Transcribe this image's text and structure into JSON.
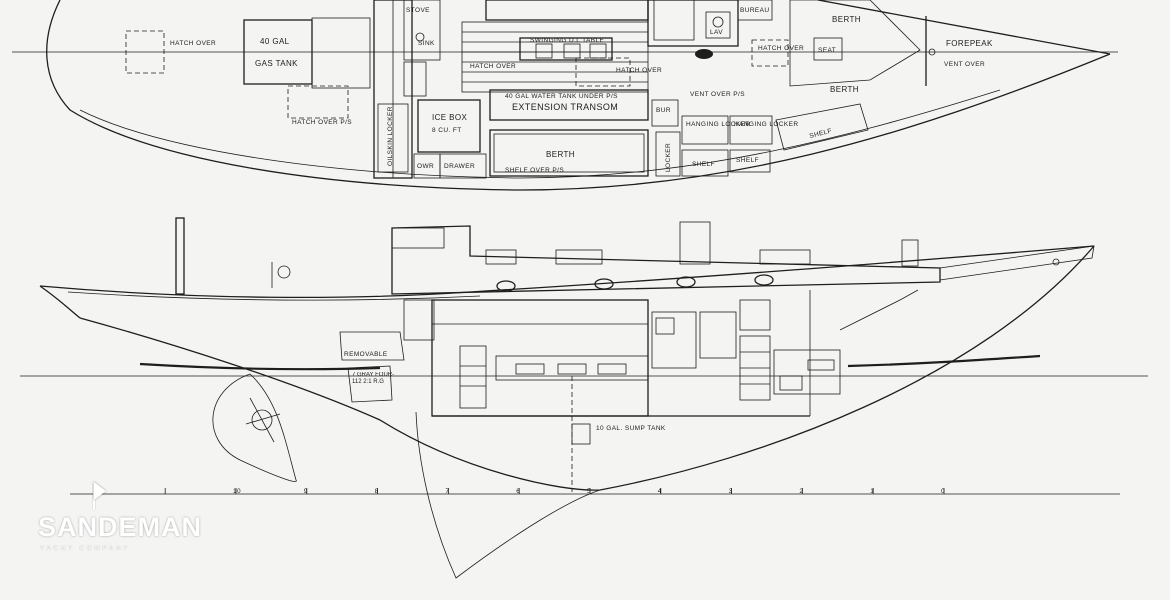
{
  "plan": {
    "labels": {
      "hatch_over": "HATCH OVER",
      "gas_tank_size": "40 GAL",
      "gas_tank": "GAS TANK",
      "hatch_over_ps": "HATCH OVER P/S",
      "oilskin_locker": "OILSKIN LOCKER",
      "ice_box": "ICE BOX",
      "ice_box_size": "8 CU. FT",
      "stove": "STOVE",
      "sink": "SINK",
      "swinging_table": "SWINGING D.L TABLE",
      "hatch_over_center": "HATCH OVER",
      "hatch_over_right": "HATCH OVER",
      "water_tank": "40 GAL WATER TANK UNDER P/S",
      "extension_transom": "EXTENSION TRANSOM",
      "berth_port": "BERTH",
      "shelf_over": "SHELF OVER P/S",
      "drawer": "DRAWER",
      "owr": "OWR",
      "locker": "LOCKER",
      "bureau": "BUREAU",
      "lav": "LAV",
      "vent_over": "VENT OVER P/S",
      "hanging_locker_1": "HANGING LOCKER",
      "hanging_locker_2": "HANGING LOCKER",
      "shelf_1": "SHELF",
      "shelf_2": "SHELF",
      "bur": "BUR",
      "berth_fwd_upper": "BERTH",
      "seat": "SEAT",
      "berth_fwd_lower": "BERTH",
      "shelf_fwd": "SHELF",
      "hatch_over_fwd": "HATCH OVER",
      "forepeak": "FOREPEAK",
      "vent_over_fwd": "VENT OVER"
    }
  },
  "profile": {
    "labels": {
      "removable": "REMOVABLE",
      "engine": "7 GRAY FOUR-112 2:1 R.G",
      "sump_tank": "10 GAL. SUMP TANK"
    },
    "stations": [
      "10",
      "9",
      "8",
      "7",
      "6",
      "5",
      "4",
      "3",
      "2",
      "1",
      "0"
    ]
  },
  "watermark": {
    "brand": "SANDEMAN",
    "tagline": "YACHT COMPANY"
  }
}
